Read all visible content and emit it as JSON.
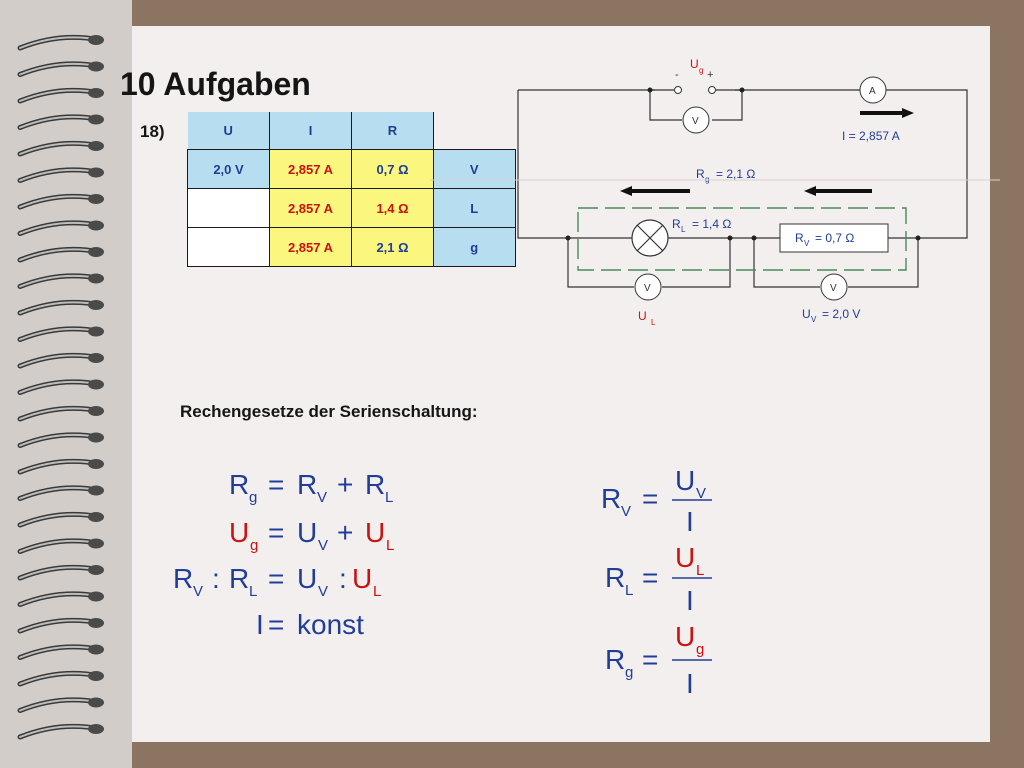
{
  "title": "10 Aufgaben",
  "task_number": "18)",
  "table": {
    "headers": [
      "U",
      "I",
      "R",
      ""
    ],
    "rows": [
      [
        "2,0 V",
        "2,857 A",
        "0,7 Ω",
        "V"
      ],
      [
        "",
        "2,857 A",
        "1,4 Ω",
        "L"
      ],
      [
        "",
        "2,857 A",
        "2,1 Ω",
        "g"
      ]
    ]
  },
  "circuit": {
    "ug_label": "U",
    "ug_sub": "g",
    "minus": "-",
    "plus": "+",
    "ammeter": "A",
    "voltmeter": "V",
    "current": "I = 2,857 A",
    "rg": "R",
    "rg_sub": "g",
    "rg_value": "= 2,1 Ω",
    "rl": "R",
    "rl_sub": "L",
    "rl_value": "= 1,4 Ω",
    "rv": "R",
    "rv_sub": "V",
    "rv_value": "= 0,7 Ω",
    "ul": "U",
    "ul_sub": "L",
    "uv": "U",
    "uv_sub": "V",
    "uv_value": "= 2,0 V"
  },
  "subtitle": "Rechengesetze der Serienschaltung:",
  "formulas": {
    "R": "R",
    "U": "U",
    "I": "I",
    "g": "g",
    "V": "V",
    "L": "L",
    "eq": "=",
    "plus": "+",
    "colon": ":",
    "konst": "konst"
  },
  "colors": {
    "blue": "#1f3d99",
    "red": "#cc1111",
    "yellow": "#fbf77e",
    "light_blue": "#b7def0"
  }
}
